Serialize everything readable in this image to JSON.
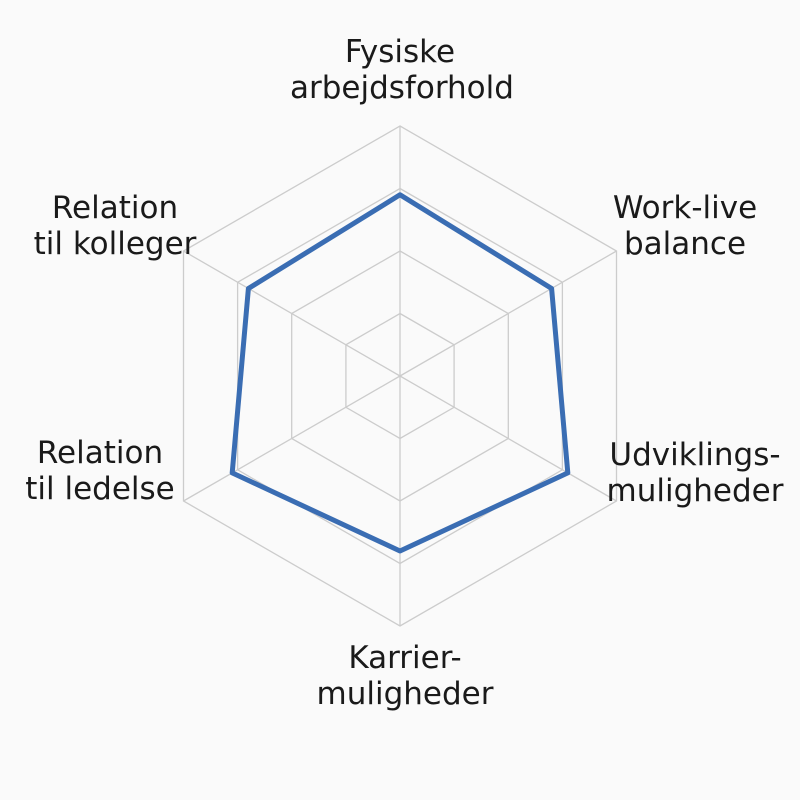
{
  "colors": {
    "background": "#fafafa",
    "grid": "#cccccc",
    "series": "#3a6db3",
    "text": "#1a1a1a"
  },
  "chart_data": {
    "type": "radar",
    "title": "",
    "axes": [
      {
        "lines": [
          "Fysiske",
          "arbejdsforhold"
        ]
      },
      {
        "lines": [
          "Work-live",
          "balance"
        ]
      },
      {
        "lines": [
          "Udviklings-",
          "muligheder"
        ]
      },
      {
        "lines": [
          "Karrier-",
          "muligheder"
        ]
      },
      {
        "lines": [
          "Relation",
          "til ledelse"
        ]
      },
      {
        "lines": [
          "Relation",
          "til kolleger"
        ]
      }
    ],
    "rings": 4,
    "range": [
      0,
      4
    ],
    "grid": true,
    "legend": "none",
    "series": [
      {
        "values": [
          2.9,
          2.8,
          3.1,
          2.8,
          3.1,
          2.8
        ]
      }
    ]
  }
}
